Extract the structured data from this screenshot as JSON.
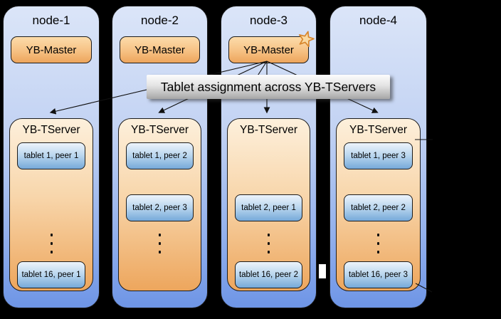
{
  "banner": {
    "label": "Tablet assignment across YB-TServers"
  },
  "colors": {
    "background": "#000000",
    "node_gradient_top": "#dbe5f8",
    "node_gradient_bottom": "#6e95e6",
    "master_gradient_top": "#fcdcab",
    "master_gradient_bottom": "#eda55c",
    "tserver_gradient_top": "#fdf0dc",
    "tserver_gradient_bottom": "#eda65d",
    "tablet_gradient_top": "#edf4fb",
    "tablet_gradient_bottom": "#76a9d9",
    "banner_gradient_top": "#fdfdfd",
    "banner_gradient_bottom": "#a6a6a6",
    "leader_star_fill": "#f9d9a2",
    "leader_star_stroke": "#d8862c",
    "arrow": "#111111"
  },
  "icons": {
    "leader_star": "star-icon",
    "ellipsis": "vertical-ellipsis-icon"
  },
  "nodes": [
    {
      "name": "node-1",
      "master": {
        "label": "YB-Master",
        "leader": false
      },
      "tserver": {
        "label": "YB-TServer",
        "tablets": [
          {
            "slot": 1,
            "label": "tablet 1, peer 1"
          },
          {
            "slot": 3,
            "label": "tablet 16, peer 1"
          }
        ]
      }
    },
    {
      "name": "node-2",
      "master": {
        "label": "YB-Master",
        "leader": false
      },
      "tserver": {
        "label": "YB-TServer",
        "tablets": [
          {
            "slot": 1,
            "label": "tablet 1, peer 2"
          },
          {
            "slot": 2,
            "label": "tablet 2, peer 3"
          }
        ]
      }
    },
    {
      "name": "node-3",
      "master": {
        "label": "YB-Master",
        "leader": true
      },
      "tserver": {
        "label": "YB-TServer",
        "tablets": [
          {
            "slot": 2,
            "label": "tablet 2, peer 1"
          },
          {
            "slot": 3,
            "label": "tablet 16, peer 2"
          }
        ]
      }
    },
    {
      "name": "node-4",
      "master": null,
      "tserver": {
        "label": "YB-TServer",
        "tablets": [
          {
            "slot": 1,
            "label": "tablet 1, peer 3"
          },
          {
            "slot": 2,
            "label": "tablet 2, peer 2"
          },
          {
            "slot": 3,
            "label": "tablet 16, peer 3"
          }
        ]
      }
    }
  ]
}
